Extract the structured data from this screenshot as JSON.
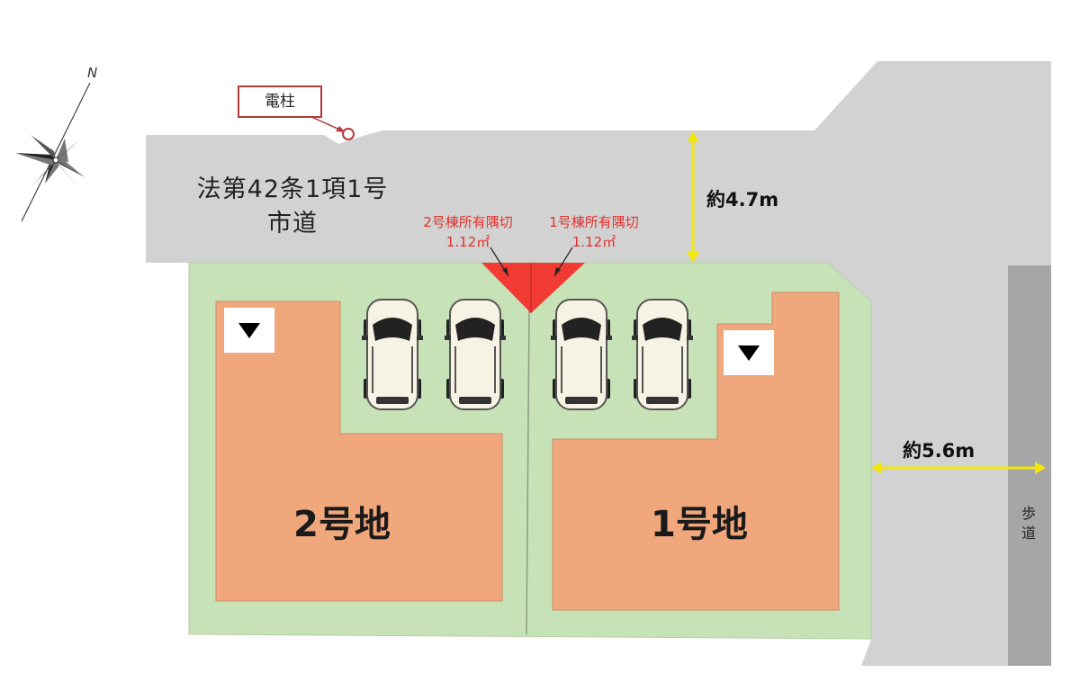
{
  "road": {
    "label_line1": "法第42条1項1号",
    "label_line2": "市道",
    "width_label": "約4.7m"
  },
  "side_road": {
    "width_label": "約5.6m"
  },
  "sidewalk": {
    "label": "歩道"
  },
  "utility_pole": {
    "label": "電柱"
  },
  "compass": {
    "north_label": "N"
  },
  "corner_cut": {
    "lot2_note_line1": "2号棟所有隅切",
    "lot2_note_line2": "1.12㎡",
    "lot1_note_line1": "1号棟所有隅切",
    "lot1_note_line2": "1.12㎡"
  },
  "lots": [
    {
      "name": "2号地"
    },
    {
      "name": "1号地"
    }
  ],
  "colors": {
    "road": "#d2d2d2",
    "sidewalk": "#a6a6a6",
    "lot_green": "#c6e2b6",
    "building": "#f1a77c",
    "corner_cut": "#f23b35",
    "dimension_arrow": "#f2e60b"
  }
}
